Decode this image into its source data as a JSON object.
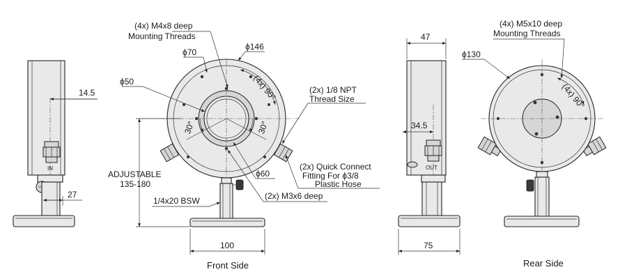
{
  "views": {
    "left_side": {
      "dim_offset": "14.5",
      "dim_post_offset": "27",
      "port_label": "IN"
    },
    "front": {
      "caption": "Front Side",
      "threads_qty": "(4x) M4x8 deep",
      "threads_desc": "Mounting Threads",
      "dia_70": "ϕ70",
      "dia_146": "ϕ146",
      "dia_50": "ϕ50",
      "angle_90": "(4x) 90°",
      "angle_30_left": "30°",
      "angle_30_right": "30°",
      "npt_qty": "(2x) 1/8 NPT",
      "npt_desc": "Thread Size",
      "adjustable": "ADJUSTABLE",
      "adjustable_range": "135-180",
      "dia_60": "ϕ60",
      "qc_line1": "(2x) Quick Connect",
      "qc_line2": "Fitting For ϕ3/8",
      "qc_line3": "Plastic Hose",
      "bsw": "1/4x20 BSW",
      "m3_holes": "(2x) M3x6 deep",
      "base_width": "100"
    },
    "right_side": {
      "dim_depth": "47",
      "dim_offset": "34.5",
      "base_width": "75",
      "port_label": "OUT"
    },
    "rear": {
      "caption": "Rear Side",
      "threads_qty": "(4x) M5x10 deep",
      "threads_desc": "Mounting Threads",
      "dia_130": "ϕ130",
      "angle_90": "(4x) 90°"
    }
  }
}
